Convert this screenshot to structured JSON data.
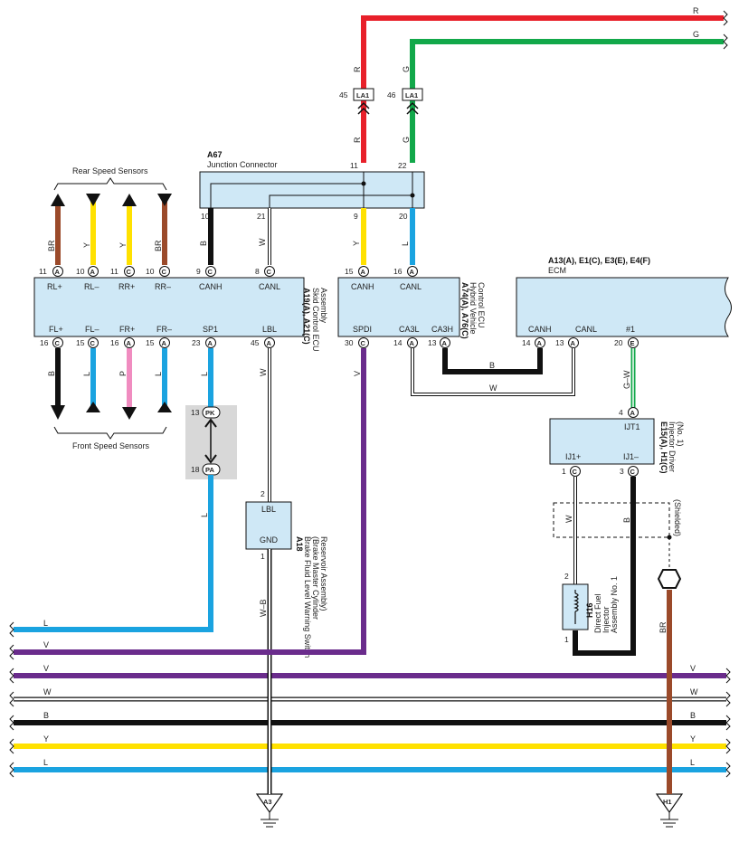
{
  "colors": {
    "red": "#e8202a",
    "green": "#12a84a",
    "brown": "#9b4a2a",
    "yellow": "#ffe100",
    "black": "#111111",
    "blue": "#1aa3e0",
    "pink": "#f08cc0",
    "purple": "#6a2c8c",
    "box_fill": "#cfe8f6"
  },
  "a67": {
    "code": "A67",
    "name": "Junction Connector",
    "pins_top": [
      "11",
      "22"
    ],
    "pins_bottom": [
      "10",
      "21",
      "9",
      "20"
    ]
  },
  "la1": {
    "label": "LA1",
    "pin_left": "45",
    "pin_right": "46"
  },
  "wires": {
    "R": "R",
    "G": "G",
    "BR": "BR",
    "Y": "Y",
    "B": "B",
    "W": "W",
    "L": "L",
    "P": "P",
    "V": "V",
    "WB": "W–B",
    "GW": "G–W"
  },
  "rear_sensors": "Rear Speed Sensors",
  "front_sensors": "Front Speed Sensors",
  "skid": {
    "code": "A19(A), A21(C)",
    "name1": "Skid Control ECU",
    "name2": "Assembly",
    "top": [
      {
        "pin": "11",
        "conn": "A",
        "label": "RL+"
      },
      {
        "pin": "10",
        "conn": "A",
        "label": "RL–"
      },
      {
        "pin": "11",
        "conn": "C",
        "label": "RR+"
      },
      {
        "pin": "10",
        "conn": "C",
        "label": "RR–"
      },
      {
        "pin": "9",
        "conn": "C",
        "label": "CANH"
      },
      {
        "pin": "8",
        "conn": "C",
        "label": "CANL"
      }
    ],
    "bottom": [
      {
        "pin": "16",
        "conn": "C",
        "label": "FL+"
      },
      {
        "pin": "15",
        "conn": "C",
        "label": "FL–"
      },
      {
        "pin": "16",
        "conn": "A",
        "label": "FR+"
      },
      {
        "pin": "15",
        "conn": "A",
        "label": "FR–"
      },
      {
        "pin": "23",
        "conn": "A",
        "label": "SP1"
      },
      {
        "pin": "45",
        "conn": "A",
        "label": "LBL"
      }
    ]
  },
  "hv": {
    "code": "A74(A), A76(C)",
    "name1": "Hybrid Vehicle",
    "name2": "Control ECU",
    "top": [
      {
        "pin": "15",
        "conn": "A",
        "label": "CANH"
      },
      {
        "pin": "16",
        "conn": "A",
        "label": "CANL"
      }
    ],
    "bottom": [
      {
        "pin": "30",
        "conn": "C",
        "label": "SPDI"
      },
      {
        "pin": "14",
        "conn": "A",
        "label": "CA3L"
      },
      {
        "pin": "13",
        "conn": "A",
        "label": "CA3H"
      }
    ]
  },
  "ecm": {
    "code": "A13(A), E1(C), E3(E), E4(F)",
    "name": "ECM",
    "bottom": [
      {
        "pin": "14",
        "conn": "A",
        "label": "CANH"
      },
      {
        "pin": "13",
        "conn": "A",
        "label": "CANL"
      },
      {
        "pin": "20",
        "conn": "E",
        "label": "#1"
      }
    ]
  },
  "pk_pa": {
    "pk_pin": "13",
    "pk": "PK",
    "pa_pin": "18",
    "pa": "PA"
  },
  "a18": {
    "code": "A18",
    "name1": "Brake Fluid Level Warning Switch",
    "name2": "(Brake Master Cylinder",
    "name3": "Reservoir Assembly)",
    "pin_top": "2",
    "pin_bottom": "1",
    "lbl": "LBL",
    "gnd": "GND"
  },
  "injdrv": {
    "code": "E15(A), H1(C)",
    "name1": "Injector Driver",
    "name2": "(No. 1)",
    "top": {
      "pin": "4",
      "conn": "A",
      "label": "IJT1"
    },
    "bottom": [
      {
        "pin": "1",
        "conn": "C",
        "label": "IJ1+"
      },
      {
        "pin": "3",
        "conn": "C",
        "label": "IJ1–"
      }
    ]
  },
  "shielded": "(Shielded)",
  "h16": {
    "code": "H16",
    "name1": "Direct Fuel",
    "name2": "Injector",
    "name3": "Assembly No. 1",
    "pin_top": "2",
    "pin_bottom": "1"
  },
  "grounds": {
    "a3": "A3",
    "h1": "H1"
  }
}
